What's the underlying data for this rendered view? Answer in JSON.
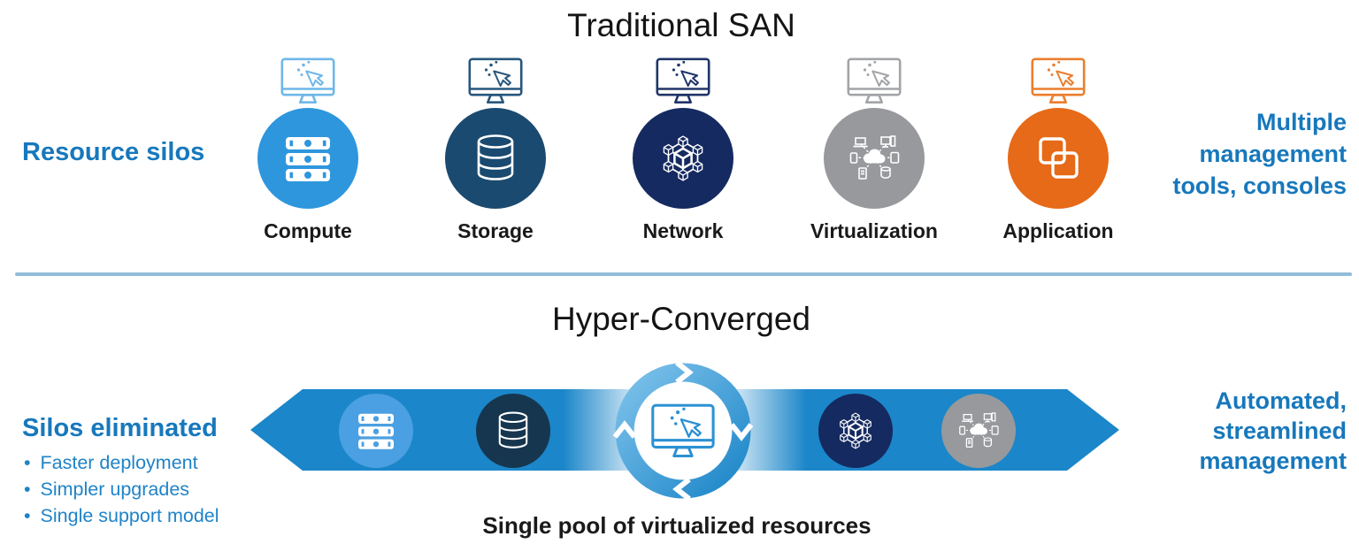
{
  "traditional": {
    "title": "Traditional SAN",
    "left_label": "Resource silos",
    "right_label": "Multiple\nmanagement\ntools, consoles",
    "silos": [
      {
        "label": "Compute",
        "icon": "server-rack-icon",
        "circle_color": "#2E96DD",
        "monitor_color": "#6FB7E8"
      },
      {
        "label": "Storage",
        "icon": "database-icon",
        "circle_color": "#1A4A70",
        "monitor_color": "#27567C"
      },
      {
        "label": "Network",
        "icon": "network-cubes-icon",
        "circle_color": "#152A60",
        "monitor_color": "#1F3468"
      },
      {
        "label": "Virtualization",
        "icon": "cloud-devices-icon",
        "circle_color": "#97999C",
        "monitor_color": "#A2A4A7"
      },
      {
        "label": "Application",
        "icon": "overlapping-apps-icon",
        "circle_color": "#E66A17",
        "monitor_color": "#EB7E2E"
      }
    ]
  },
  "hyper": {
    "title": "Hyper-Converged",
    "left_heading": "Silos eliminated",
    "bullets": [
      "Faster deployment",
      "Simpler upgrades",
      "Single support model"
    ],
    "right_label": "Automated,\nstreamlined\nmanagement",
    "caption": "Single pool of virtualized resources",
    "band_color": "#1B86C9",
    "center_icon": "monitor-cursor-icon",
    "pool_icons": [
      {
        "icon": "server-rack-icon",
        "circle_color": "#4AA0E2"
      },
      {
        "icon": "database-icon",
        "circle_color": "#16364F"
      },
      {
        "icon": "network-cubes-icon",
        "circle_color": "#152A60"
      },
      {
        "icon": "cloud-devices-icon",
        "circle_color": "#97999C"
      }
    ]
  },
  "colors": {
    "accent_text": "#1778BC",
    "bullet_text": "#1F83C8",
    "divider": "#92BCD9",
    "title_text": "#141414",
    "ring_gradient_start": "#7EC2EB",
    "ring_gradient_end": "#1C86C8",
    "center_monitor_color": "#2B91D3"
  }
}
